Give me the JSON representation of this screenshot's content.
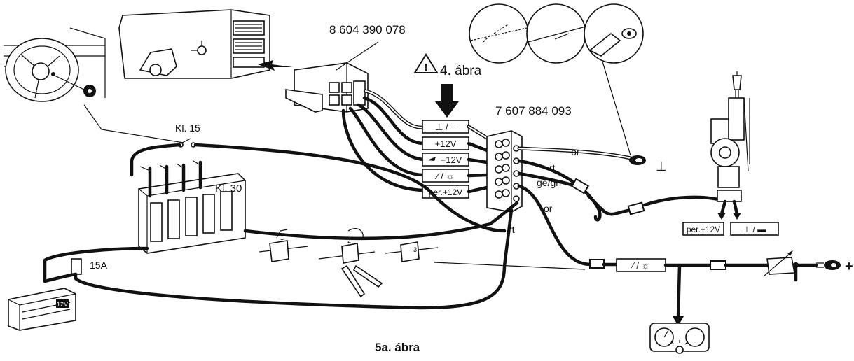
{
  "labels": {
    "part_number_adapter": "8 604 390 078",
    "figure_ref": "4. ábra",
    "part_number_terminal": "7 607 884 093",
    "kl15": "Kl. 15",
    "kl30": "Kl. 30",
    "fuse": "15A",
    "battery": "12V",
    "caption": "5a. ábra",
    "wire_br": "br",
    "wire_rt": "rt",
    "wire_gegn": "ge/gn",
    "wire_or": "or",
    "wire_rt_bottom": "rt",
    "plus_sign": "+",
    "ground_symbol": "⊥"
  },
  "terminal_labels": [
    "⊥ / −",
    "+12V",
    "+12V",
    "⁄ / ☼",
    "per.+12V"
  ],
  "antenna_labels": [
    "per.+12V",
    "⊥ / ▬"
  ],
  "dimmer_label": "⁄ / ☼",
  "colors": {
    "ink": "#111111",
    "paper": "#ffffff"
  }
}
